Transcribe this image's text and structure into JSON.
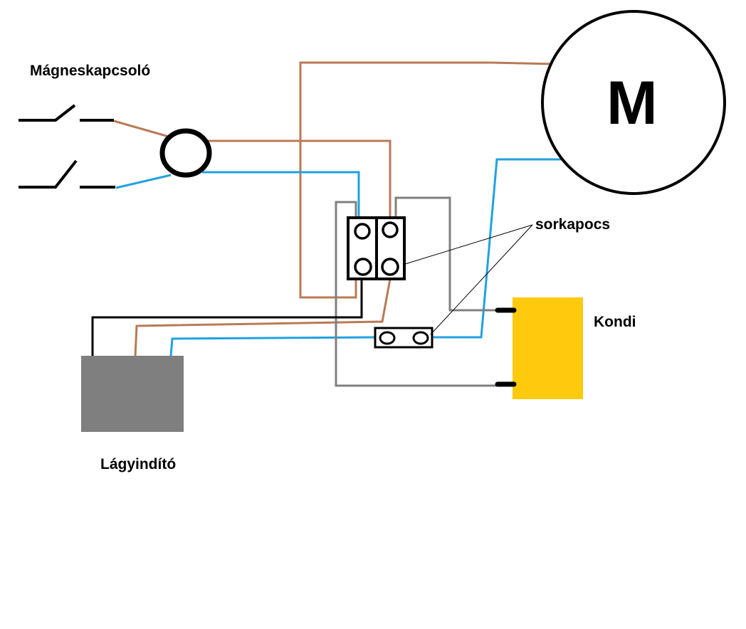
{
  "labels": {
    "contactor": "Mágneskapcsoló",
    "terminal_block": "sorkapocs",
    "capacitor": "Kondi",
    "soft_starter": "Lágyindító",
    "motor": "M"
  },
  "colors": {
    "wire_brown": "#b97a57",
    "wire_blue": "#1fa2e0",
    "wire_gray": "#808080",
    "wire_black": "#000000",
    "capacitor_fill": "#ffc90e",
    "soft_starter_fill": "#7f7f7f"
  }
}
